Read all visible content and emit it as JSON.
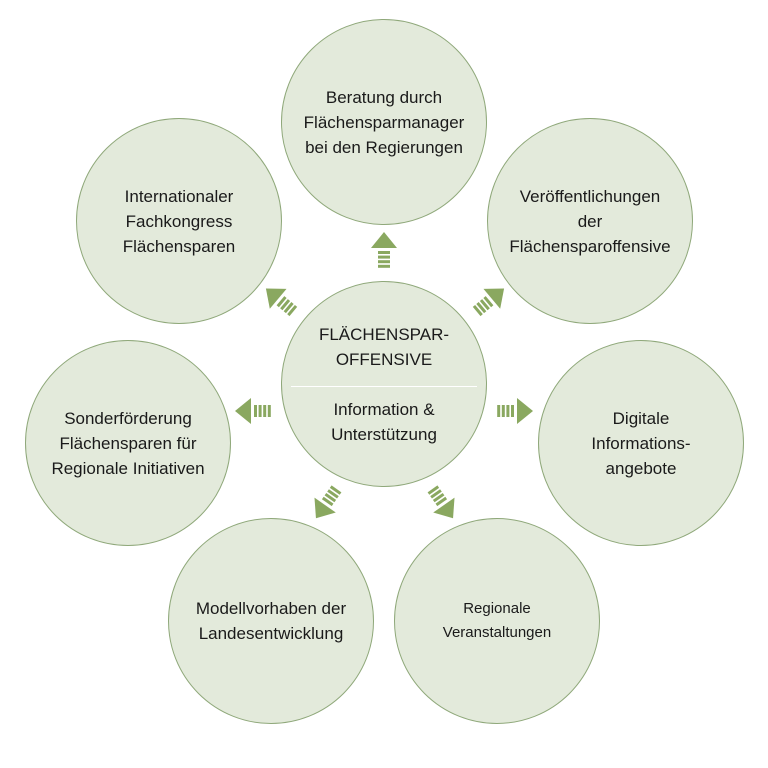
{
  "colors": {
    "circle_fill": "#e3eadb",
    "circle_stroke": "#8fa87a",
    "arrow": "#8aa860"
  },
  "center": {
    "title": "FLÄCHENSPAR-\nOFFENSIVE",
    "subtitle": "Information &\nUnterstützung"
  },
  "nodes": {
    "top": "Beratung durch\nFlächensparmanager\nbei den Regierungen",
    "top_right": "Veröffentlichungen\nder\nFlächensparoffensive",
    "right": "Digitale\nInformations-\nangebote",
    "bottom_right": "Regionale\nVeranstaltungen",
    "bottom_left": "Modellvorhaben der\nLandesentwicklung",
    "left": "Sonderförderung\nFlächensparen für\nRegionale Initiativen",
    "top_left": "Internationaler\nFachkongress\nFlächensparen"
  }
}
